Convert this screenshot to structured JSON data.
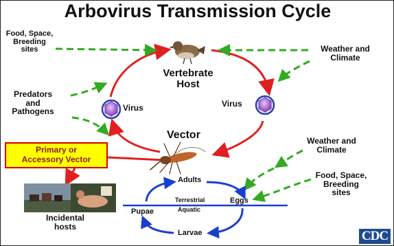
{
  "title": "Arbovirus Transmission Cycle",
  "labels": {
    "vertebrate_host": [
      "Vertebrate",
      "Host"
    ],
    "virus_left": "Virus",
    "virus_right": "Virus",
    "vector": "Vector",
    "food_space_top": [
      "Food, Space,",
      "Breeding",
      "sites"
    ],
    "weather_top": [
      "Weather and",
      "Climate"
    ],
    "predators": [
      "Predators",
      "and",
      "Pathogens"
    ],
    "primary_vector": [
      "Primary or",
      "Accessory Vector"
    ],
    "weather_bottom": [
      "Weather and",
      "Climate"
    ],
    "food_space_bottom": [
      "Food, Space,",
      "Breeding",
      "sites"
    ],
    "incidental_hosts": [
      "Incidental",
      "hosts"
    ],
    "adults": "Adults",
    "eggs": "Eggs",
    "terrestrial": "Terrestrial",
    "aquatic": "Aquatic",
    "pupae": "Pupae",
    "larvae": "Larvae",
    "logo": "CDC"
  },
  "colors": {
    "cycle_arrow": "#e02020",
    "influence_arrow": "#33aa22",
    "lifecycle_arrow": "#1a3fd0",
    "virus_ring": "#2a3fb0",
    "virus_core": "#b06ad8",
    "vector_box_fill": "#ffff00",
    "vector_box_text": "#8b1a1a",
    "logo_bg": "#1c4b8f"
  }
}
